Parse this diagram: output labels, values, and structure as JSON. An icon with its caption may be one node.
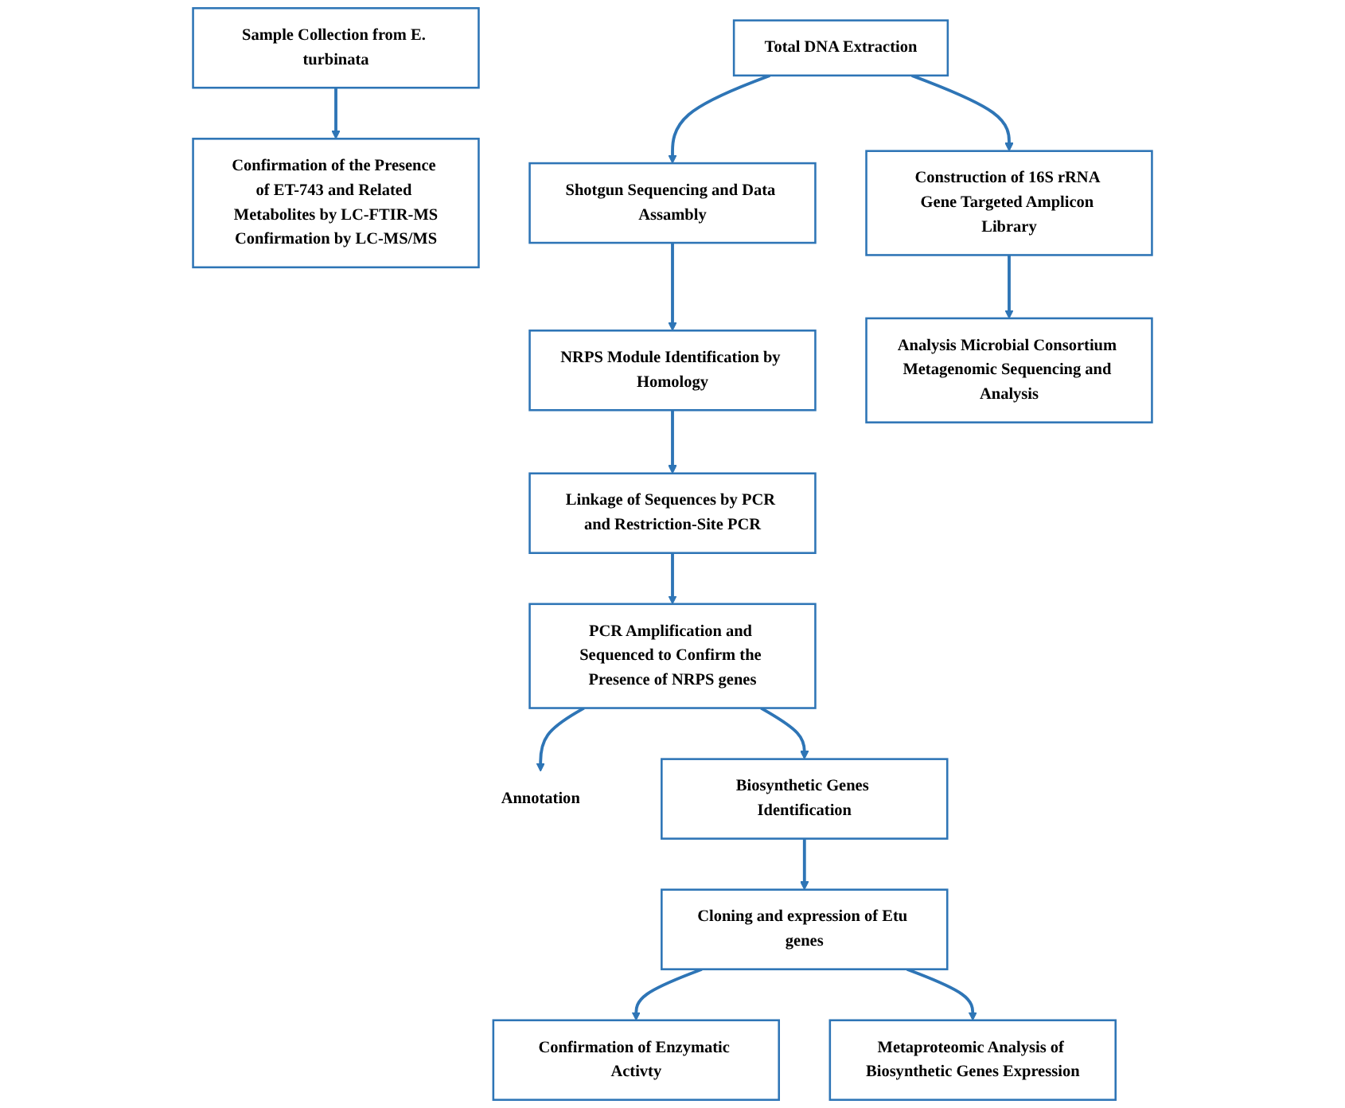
{
  "diagram": {
    "nodes": [
      {
        "text": [
          "Sample Collection from E. turbinata"
        ]
      },
      {
        "text": [
          "Confirmation of the Presence of ET-743 and Related Metabolites by LC-FTIR-MS",
          "Confirmation by LC-MS/MS"
        ]
      },
      {
        "text": [
          "Total DNA Extraction"
        ]
      },
      {
        "text": [
          "Shotgun Sequencing and Data Assambly"
        ]
      },
      {
        "text": [
          "Construction of 16S rRNA Gene Targeted Amplicon Library"
        ]
      },
      {
        "text": [
          "NRPS Module Identification by Homology"
        ]
      },
      {
        "text": [
          "Analysis Microbial Consortium Metagenomic Sequencing and Analysis"
        ]
      },
      {
        "text": [
          "Linkage of Sequences by PCR and Restriction-Site PCR"
        ]
      },
      {
        "text": [
          "PCR Amplification and Sequenced to Confirm the Presence of NRPS genes"
        ]
      },
      {
        "text": [
          "Annotation"
        ]
      },
      {
        "text": [
          "Biosynthetic Genes Identification"
        ]
      },
      {
        "text": [
          "Cloning and expression of Etu genes"
        ]
      },
      {
        "text": [
          "Confirmation of Enzymatic Activty"
        ]
      },
      {
        "text": [
          "Metaproteomic Analysis of Biosynthetic Genes Expression"
        ]
      }
    ],
    "edges": [
      {
        "from": 0,
        "to": 1,
        "arrow": "to"
      },
      {
        "from": 2,
        "to": 3,
        "arrow": "to"
      },
      {
        "from": 2,
        "to": 4,
        "arrow": "to"
      },
      {
        "from": 3,
        "to": 5,
        "arrow": "to"
      },
      {
        "from": 4,
        "to": 6,
        "arrow": "to"
      },
      {
        "from": 5,
        "to": 7,
        "arrow": "to"
      },
      {
        "from": 7,
        "to": 8,
        "arrow": "to"
      },
      {
        "from": 8,
        "to": 9,
        "arrow": "to"
      },
      {
        "from": 8,
        "to": 10,
        "arrow": "to"
      },
      {
        "from": 10,
        "to": 11,
        "arrow": "to"
      },
      {
        "from": 11,
        "to": 12,
        "arrow": "to"
      },
      {
        "from": 11,
        "to": 13,
        "arrow": "to"
      }
    ]
  }
}
